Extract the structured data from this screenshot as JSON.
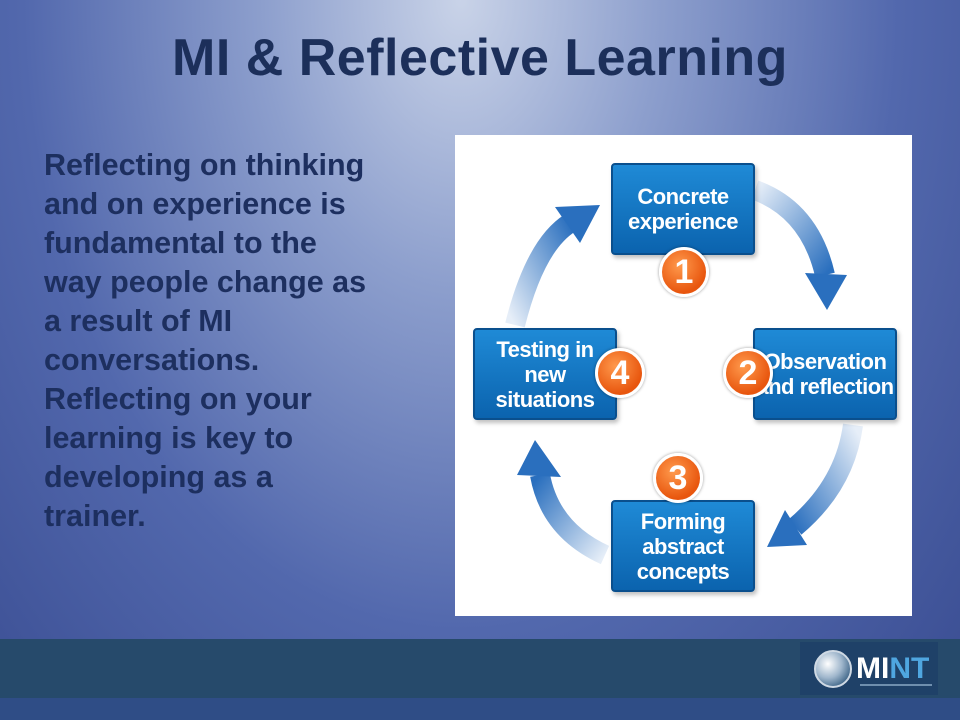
{
  "slide": {
    "title": "MI & Reflective Learning",
    "body_lines": [
      "Reflecting on thinking",
      "and on experience is",
      "fundamental to the",
      "way people change as",
      "a result of MI",
      "conversations.",
      "Reflecting on your",
      "learning is key to",
      "developing as a",
      "trainer."
    ]
  },
  "cycle": {
    "steps": [
      {
        "number": "1",
        "line1": "Concrete",
        "line2": "experience"
      },
      {
        "number": "2",
        "line1": "Observation",
        "line2": "and reflection"
      },
      {
        "number": "3",
        "line1": "Forming abstract",
        "line2": "concepts"
      },
      {
        "number": "4",
        "line1": "Testing in",
        "line2": "new situations"
      }
    ]
  },
  "footer": {
    "logo_mi": "MI",
    "logo_nt": "NT"
  },
  "colors": {
    "box_blue": "#1478c8",
    "number_orange": "#ef6a1c",
    "arrow_blue": "#2a6fbe",
    "footer_band": "#264a6b"
  }
}
